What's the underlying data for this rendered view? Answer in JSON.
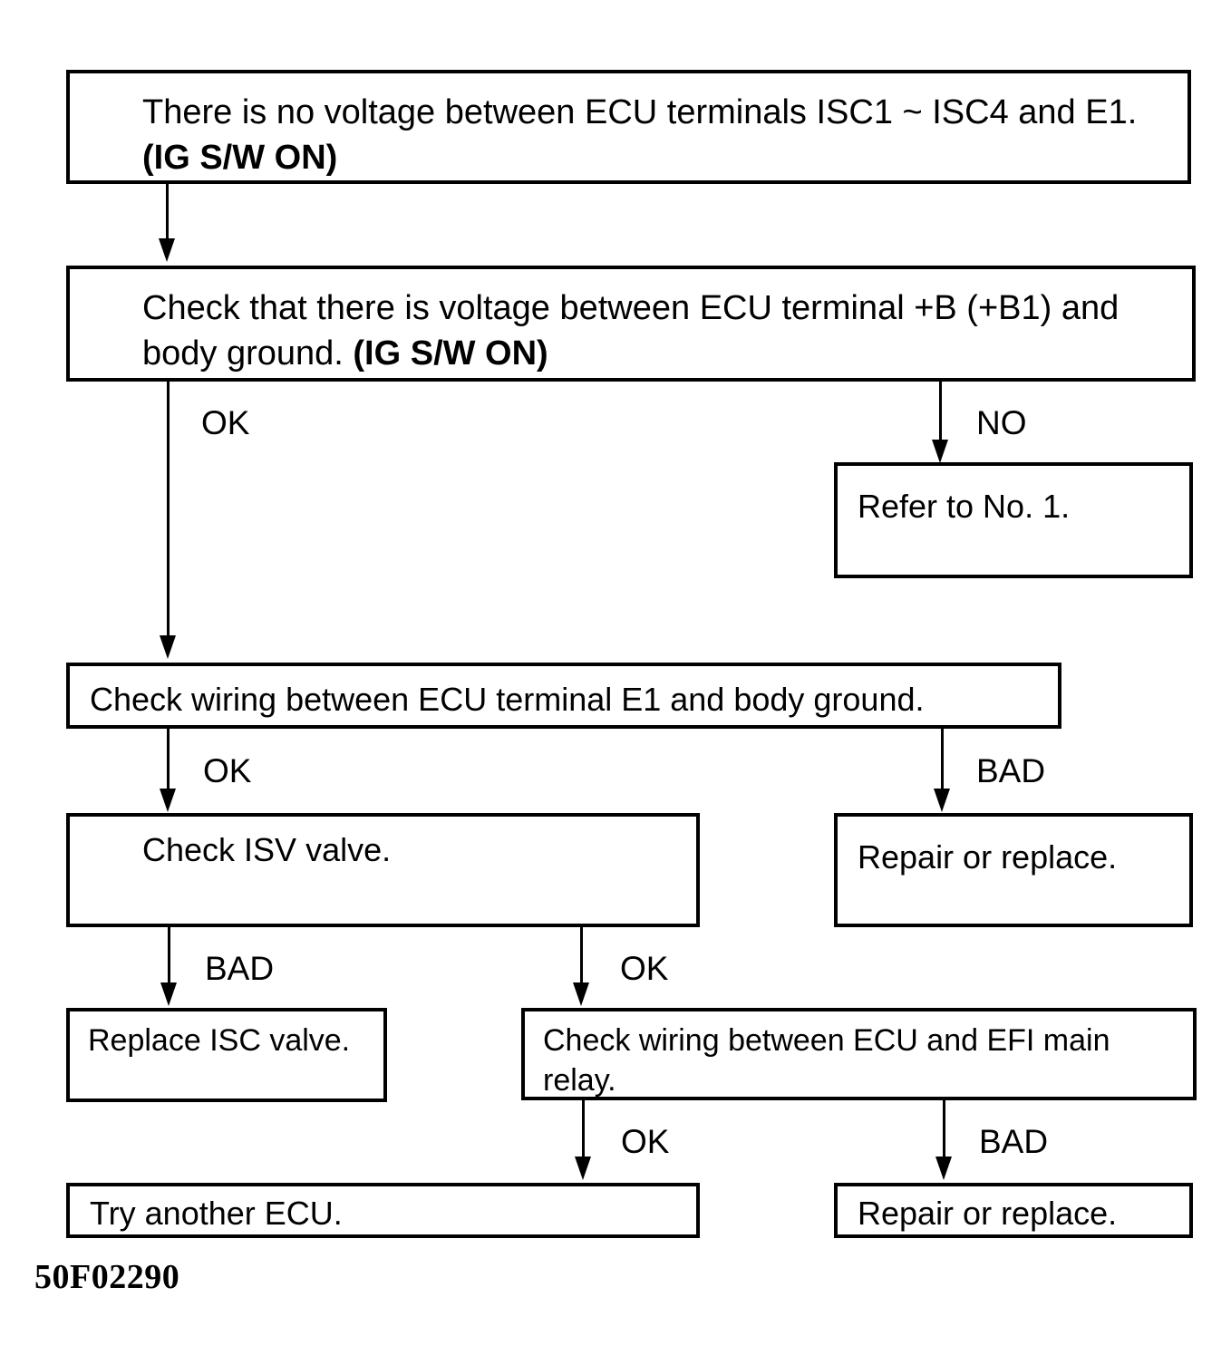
{
  "diagram": {
    "title": "ISC circuit troubleshooting flowchart",
    "caption": "50F02290",
    "ink_color": "#000000",
    "background_color": "#ffffff",
    "nodes": [
      {
        "id": "n1",
        "text_normal": "There is no voltage between ECU terminals ISC1 ~ ISC4 and E1. ",
        "text_bold": "(IG S/W ON)"
      },
      {
        "id": "n2",
        "text_normal": "Check that there is voltage between ECU terminal +B (+B1) and body ground. ",
        "text_bold": "(IG S/W ON)"
      },
      {
        "id": "n3",
        "text_normal": "Refer to No. 1.",
        "text_bold": ""
      },
      {
        "id": "n4",
        "text_normal": "Check wiring between ECU terminal E1 and body ground.",
        "text_bold": ""
      },
      {
        "id": "n5",
        "text_normal": "Check ISV valve.",
        "text_bold": ""
      },
      {
        "id": "n6",
        "text_normal": "Repair or replace.",
        "text_bold": ""
      },
      {
        "id": "n7",
        "text_normal": "Replace ISC valve.",
        "text_bold": ""
      },
      {
        "id": "n8",
        "text_normal": "Check wiring between ECU and EFI main relay.",
        "text_bold": ""
      },
      {
        "id": "n9",
        "text_normal": "Try another ECU.",
        "text_bold": ""
      },
      {
        "id": "n10",
        "text_normal": "Repair or replace.",
        "text_bold": ""
      }
    ],
    "edge_labels": [
      {
        "id": "e1",
        "label": "OK",
        "from": "n2",
        "to": "n4"
      },
      {
        "id": "e2",
        "label": "NO",
        "from": "n2",
        "to": "n3"
      },
      {
        "id": "e3",
        "label": "OK",
        "from": "n4",
        "to": "n5"
      },
      {
        "id": "e4",
        "label": "BAD",
        "from": "n4",
        "to": "n6"
      },
      {
        "id": "e5",
        "label": "BAD",
        "from": "n5",
        "to": "n7"
      },
      {
        "id": "e6",
        "label": "OK",
        "from": "n5",
        "to": "n8"
      },
      {
        "id": "e7",
        "label": "OK",
        "from": "n8",
        "to": "n9"
      },
      {
        "id": "e8",
        "label": "BAD",
        "from": "n8",
        "to": "n10"
      }
    ]
  }
}
